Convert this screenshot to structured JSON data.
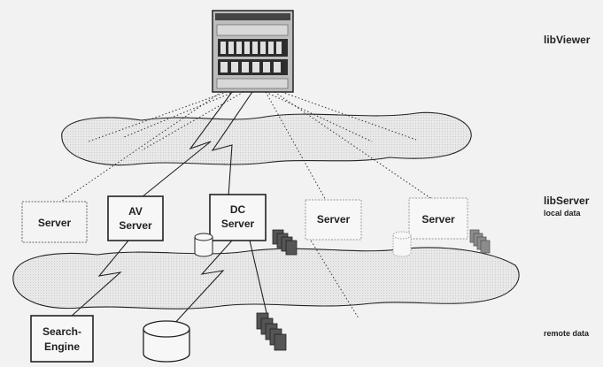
{
  "labels": {
    "viewer": "libViewer",
    "server": "libServer",
    "local_data": "local data",
    "remote_data": "remote data"
  },
  "boxes": {
    "server1": [
      "Server"
    ],
    "av_server": [
      "AV",
      "Server"
    ],
    "dc_server": [
      "DC",
      "Server"
    ],
    "server4": [
      "Server"
    ],
    "server5": [
      "Server"
    ],
    "search_engine": [
      "Search-",
      "Engine"
    ]
  },
  "colors": {
    "background": "#f2f2f2",
    "line": "#222222",
    "faded": "#9a9a9a",
    "document": "#555555"
  }
}
